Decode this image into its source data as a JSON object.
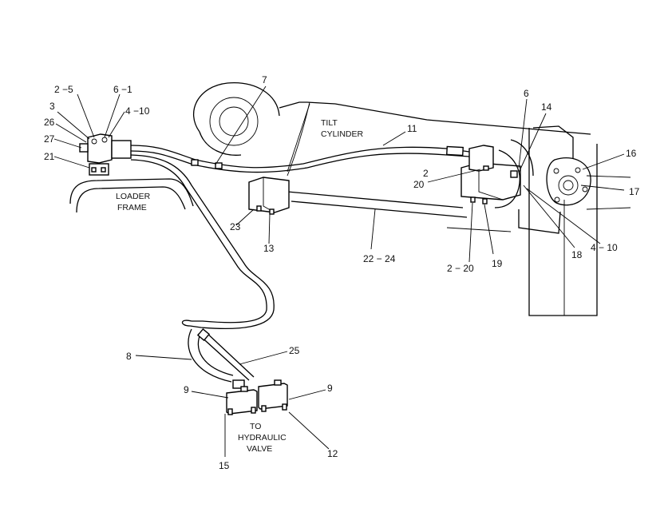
{
  "captions": {
    "loader_frame_line1": "LOADER",
    "loader_frame_line2": "FRAME",
    "tilt_cylinder_line1": "TILT",
    "tilt_cylinder_line2": "CYLINDER",
    "hyd_valve_line1": "TO",
    "hyd_valve_line2": "HYDRAULIC",
    "hyd_valve_line3": "VALVE"
  },
  "callouts": {
    "c_2_5": "2 −5",
    "c_6_1": "6 −1",
    "c_3": "3",
    "c_4_10_left": "4 −10",
    "c_26": "26",
    "c_27": "27",
    "c_21": "21",
    "c_7": "7",
    "c_11": "11",
    "c_6_right": "6",
    "c_14": "14",
    "c_16": "16",
    "c_17": "17",
    "c_2_a": "2",
    "c_20": "20",
    "c_23": "23",
    "c_13": "13",
    "c_22_24": "22 − 24",
    "c_2_20": "2 − 20",
    "c_19": "19",
    "c_18": "18",
    "c_4_10_right": "4 − 10",
    "c_8": "8",
    "c_25": "25",
    "c_9_left": "9",
    "c_9_right": "9",
    "c_15": "15",
    "c_12": "12"
  }
}
